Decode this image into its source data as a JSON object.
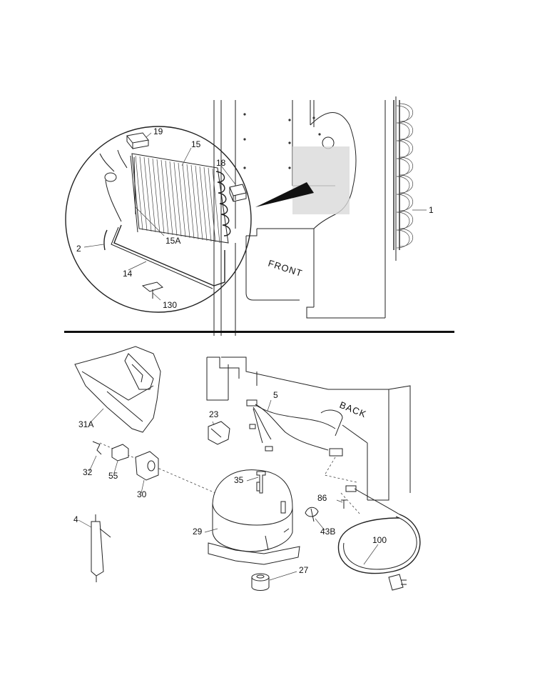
{
  "top_section": {
    "front_label": "FRONT",
    "callouts": {
      "c19": "19",
      "c15": "15",
      "c18": "18",
      "c1": "1",
      "c2": "2",
      "c15a": "15A",
      "c14": "14",
      "c130": "130"
    }
  },
  "bottom_section": {
    "back_label": "BACK",
    "callouts": {
      "c31a": "31A",
      "c5": "5",
      "c23": "23",
      "c32": "32",
      "c55": "55",
      "c30": "30",
      "c35": "35",
      "c86": "86",
      "c4": "4",
      "c29": "29",
      "c43b": "43B",
      "c100": "100",
      "c27": "27"
    }
  }
}
